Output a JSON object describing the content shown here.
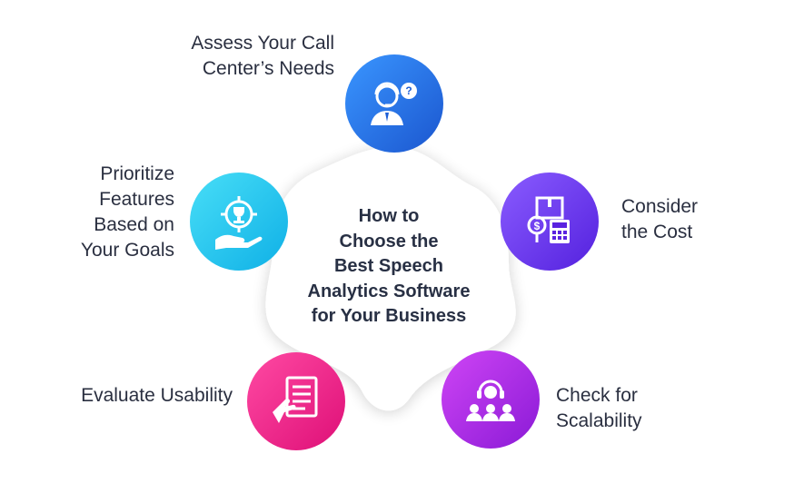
{
  "center": {
    "title": "How to\nChoose the\nBest Speech\nAnalytics Software\nfor Your Business"
  },
  "items": [
    {
      "label": "Assess Your Call\nCenter’s Needs",
      "icon": "call-agent-question-icon",
      "gradient": [
        "#2f8dff",
        "#1e5fd6"
      ]
    },
    {
      "label": "Consider\nthe Cost",
      "icon": "cost-calculator-icon",
      "gradient": [
        "#7b4dff",
        "#5a22e0"
      ]
    },
    {
      "label": "Check for\nScalability",
      "icon": "team-headset-icon",
      "gradient": [
        "#c43cf0",
        "#8b1fd8"
      ]
    },
    {
      "label": "Evaluate Usability",
      "icon": "document-hand-icon",
      "gradient": [
        "#ff3d9a",
        "#e0147a"
      ]
    },
    {
      "label": "Prioritize\nFeatures\nBased on\nYour Goals",
      "icon": "goal-target-hand-icon",
      "gradient": [
        "#3ad8f5",
        "#12b4e8"
      ]
    }
  ]
}
